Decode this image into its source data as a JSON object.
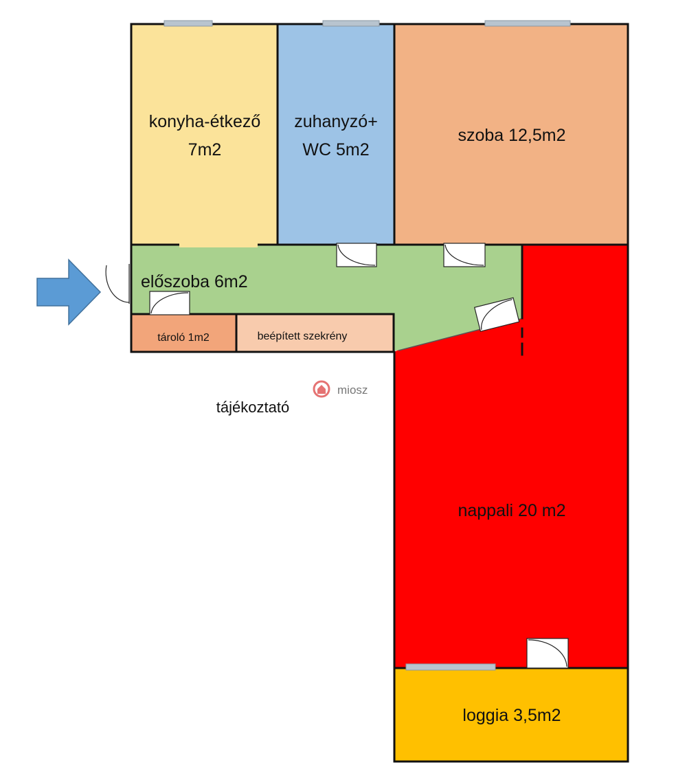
{
  "rooms": {
    "kitchen": {
      "line1": "konyha-étkező",
      "line2": "7m2",
      "color": "#FBE39A"
    },
    "bathroom": {
      "line1": "zuhanyzó+",
      "line2": "WC 5m2",
      "color": "#9DC3E6"
    },
    "room": {
      "label": "szoba 12,5m2",
      "color": "#F2B285"
    },
    "hall": {
      "label": "előszoba 6m2",
      "color": "#A9D18E"
    },
    "storage": {
      "label": "tároló 1m2",
      "color": "#F2A57A"
    },
    "closet": {
      "label": "beépített szekrény",
      "color": "#F8CBAD"
    },
    "living": {
      "label": "nappali 20 m2",
      "color": "#FF0000"
    },
    "loggia": {
      "label": "loggia 3,5m2",
      "color": "#FFC000"
    }
  },
  "caption": "tájékoztató",
  "watermark": {
    "text": "miosz",
    "icon": "heart-house-logo-icon"
  },
  "entrance": {
    "icon": "entrance-arrow-icon",
    "color": "#5B9BD5"
  },
  "icons": {
    "door": "door-swing-icon",
    "window": "window-icon"
  }
}
